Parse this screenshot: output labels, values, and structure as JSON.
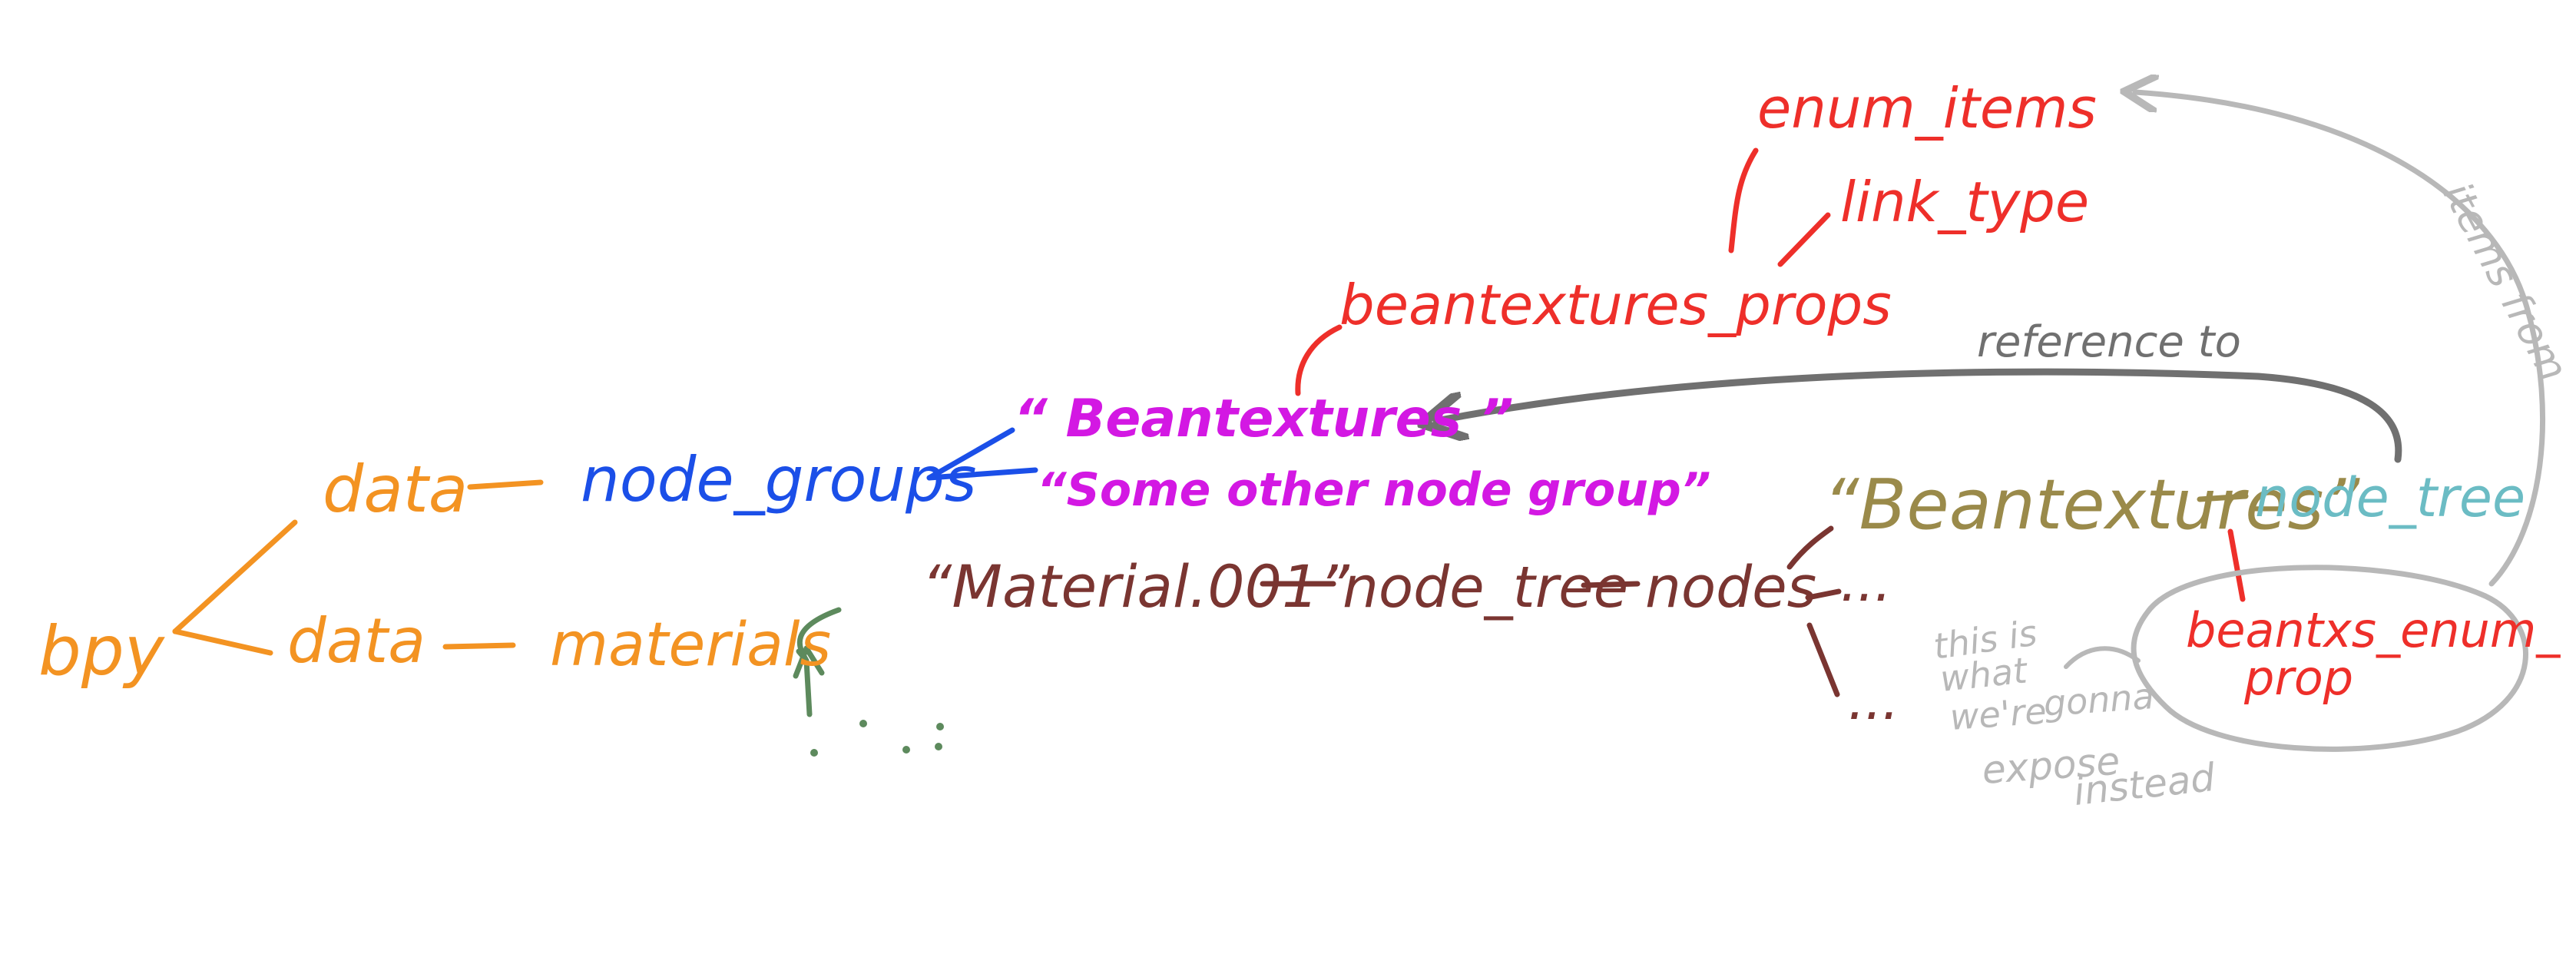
{
  "colors": {
    "orange": "#f39322",
    "blue": "#1b4fe8",
    "magenta": "#d318e3",
    "brown": "#7a3531",
    "olive": "#9a8a4a",
    "teal": "#6bbcc4",
    "red": "#ee2f2a",
    "gray": "#b8b8b8",
    "darkgray": "#707070",
    "green": "#5d8a5d"
  },
  "labels": {
    "bpy": "bpy",
    "data_top": "data",
    "node_groups": "node_groups",
    "data_bottom": "data",
    "materials": "materials",
    "beantextures_group": "“ Beantextures ”",
    "other_group": "“Some other node group”",
    "material_001": "“Material.001”",
    "node_tree_mid": "node_tree",
    "nodes": "nodes",
    "ellipsis_a": "...",
    "ellipsis_b": "...",
    "beantextures_node": "“Beantextures”",
    "node_tree_right": "node_tree",
    "beantextures_props": "beantextures_props",
    "enum_items": "enum_items",
    "link_type": "link_type",
    "reference_to": "reference to",
    "items_from": "items from",
    "beantxs_enum_line1": "beantxs_enum_",
    "beantxs_enum_line2": "prop",
    "note_line1": "this is",
    "note_line2": "what",
    "note_line3": "we're",
    "note_line4": "gonna",
    "note_line5": "expose",
    "note_line6": "instead"
  }
}
